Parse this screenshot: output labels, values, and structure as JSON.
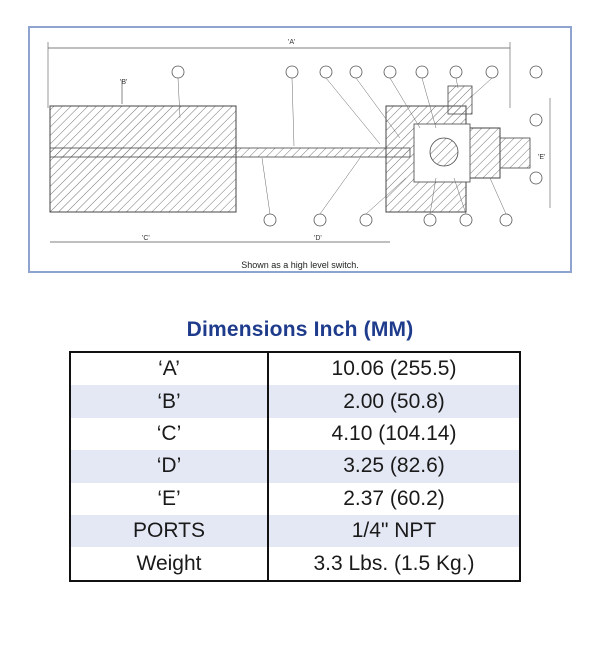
{
  "drawing": {
    "caption": "Shown as a high level switch.",
    "dimension_labels": {
      "a": "'A'",
      "b": "'B'",
      "c": "'C'",
      "d": "'D'",
      "e": "'E'"
    }
  },
  "table": {
    "title": "Dimensions Inch (MM)",
    "rows": [
      {
        "label": "‘A’",
        "value": "10.06 (255.5)"
      },
      {
        "label": "‘B’",
        "value": "2.00 (50.8)"
      },
      {
        "label": "‘C’",
        "value": "4.10 (104.14)"
      },
      {
        "label": "‘D’",
        "value": "3.25 (82.6)"
      },
      {
        "label": "‘E’",
        "value": "2.37 (60.2)"
      },
      {
        "label": "PORTS",
        "value": "1/4\" NPT"
      },
      {
        "label": "Weight",
        "value": "3.3 Lbs. (1.5 Kg.)"
      }
    ]
  },
  "colors": {
    "border": "#8fa3cf",
    "title": "#1f3c8c",
    "row_shade": "#e4e8f4"
  }
}
